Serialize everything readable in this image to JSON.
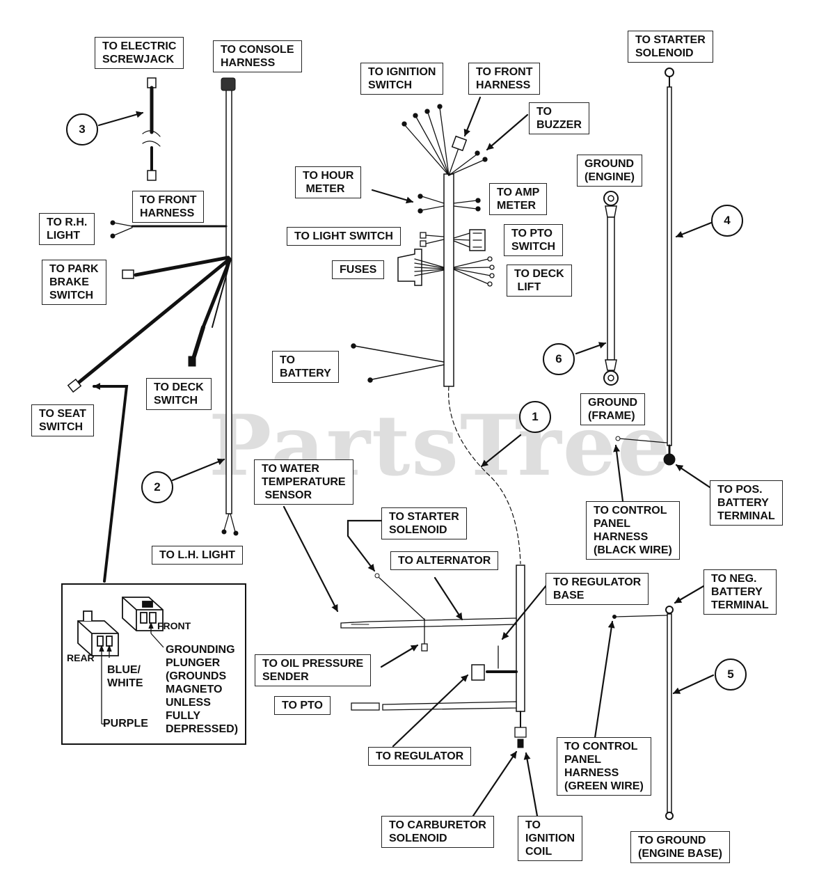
{
  "watermark": "PartsTree",
  "labels": {
    "electric_screwjack": "TO ELECTRIC\nSCREWJACK",
    "console_harness": "TO CONSOLE\nHARNESS",
    "front_harness_left": "TO FRONT\nHARNESS",
    "rh_light": "TO R.H.\nLIGHT",
    "park_brake_switch": "TO PARK\nBRAKE\nSWITCH",
    "deck_switch": "TO DECK\nSWITCH",
    "seat_switch": "TO SEAT\nSWITCH",
    "lh_light": "TO L.H. LIGHT",
    "ignition_switch": "TO IGNITION\nSWITCH",
    "front_harness_top": "TO FRONT\nHARNESS",
    "buzzer": "TO\nBUZZER",
    "hour_meter": "TO HOUR\n METER",
    "amp_meter": "TO AMP\nMETER",
    "light_switch": "TO LIGHT SWITCH",
    "pto_switch": "TO PTO\nSWITCH",
    "fuses": "FUSES",
    "deck_lift": "TO DECK\n LIFT",
    "battery": "TO\nBATTERY",
    "starter_solenoid_top": "TO STARTER\nSOLENOID",
    "ground_engine": "GROUND\n(ENGINE)",
    "ground_frame": "GROUND\n(FRAME)",
    "pos_battery_terminal": "TO POS.\nBATTERY\nTERMINAL",
    "control_panel_black": "TO CONTROL\nPANEL\nHARNESS\n(BLACK WIRE)",
    "water_temp_sensor": "TO WATER\nTEMPERATURE\n SENSOR",
    "starter_solenoid_mid": "TO STARTER\nSOLENOID",
    "alternator": "TO ALTERNATOR",
    "regulator_base": "TO REGULATOR\nBASE",
    "neg_battery_terminal": "TO NEG.\nBATTERY\nTERMINAL",
    "oil_pressure_sender": "TO OIL PRESSURE\nSENDER",
    "pto": "TO PTO",
    "regulator": "TO REGULATOR",
    "control_panel_green": "TO CONTROL\nPANEL\nHARNESS\n(GREEN WIRE)",
    "carburetor_solenoid": "TO CARBURETOR\nSOLENOID",
    "ignition_coil": "TO\nIGNITION\nCOIL",
    "ground_engine_base": "TO GROUND\n(ENGINE BASE)"
  },
  "callouts": {
    "c1": "1",
    "c2": "2",
    "c3": "3",
    "c4": "4",
    "c5": "5",
    "c6": "6"
  },
  "inset": {
    "front": "FRONT",
    "rear": "REAR",
    "blue_white": "BLUE/\nWHITE",
    "purple": "PURPLE",
    "grounding_plunger": "GROUNDING\nPLUNGER\n(GROUNDS\nMAGNETO\nUNLESS\nFULLY\nDEPRESSED)"
  }
}
